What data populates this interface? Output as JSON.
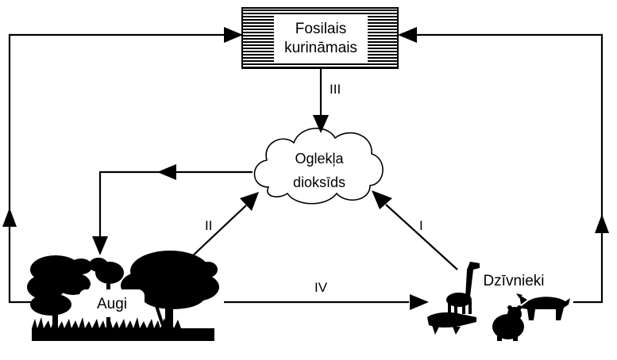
{
  "nodes": {
    "fossil_fuel": {
      "line1": "Fosilais",
      "line2": "kurināmais"
    },
    "co2": {
      "line1": "Oglekļa",
      "line2": "dioksīds"
    },
    "plants": {
      "label": "Augi"
    },
    "animals": {
      "label": "Dzīvnieki"
    }
  },
  "arrows": {
    "I": "I",
    "II": "II",
    "III": "III",
    "IV": "IV"
  },
  "colors": {
    "ink": "#000000",
    "background": "#ffffff"
  }
}
